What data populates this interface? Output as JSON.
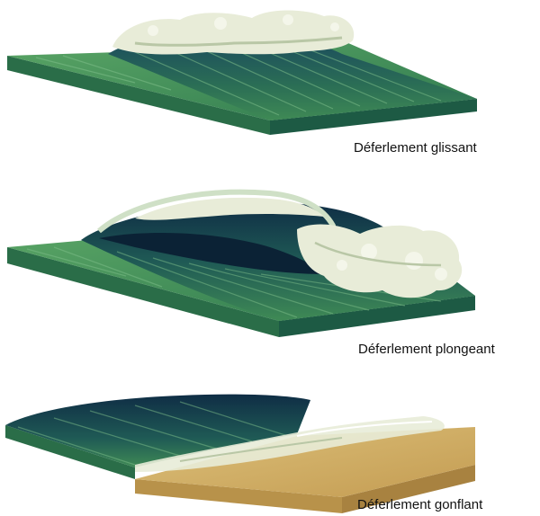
{
  "panels": [
    {
      "caption": "Déferlement glissant"
    },
    {
      "caption": "Déferlement plongeant"
    },
    {
      "caption": "Déferlement gonflant"
    }
  ],
  "colors": {
    "water_light": "#4f9a5a",
    "water_mid": "#2f7a4f",
    "water_deep": "#143e52",
    "water_dark": "#0f2d45",
    "foam": "#e8ecd8",
    "foam_shadow": "#b9c7a6",
    "sand": "#d4b46a",
    "sand_dark": "#b8924a"
  }
}
